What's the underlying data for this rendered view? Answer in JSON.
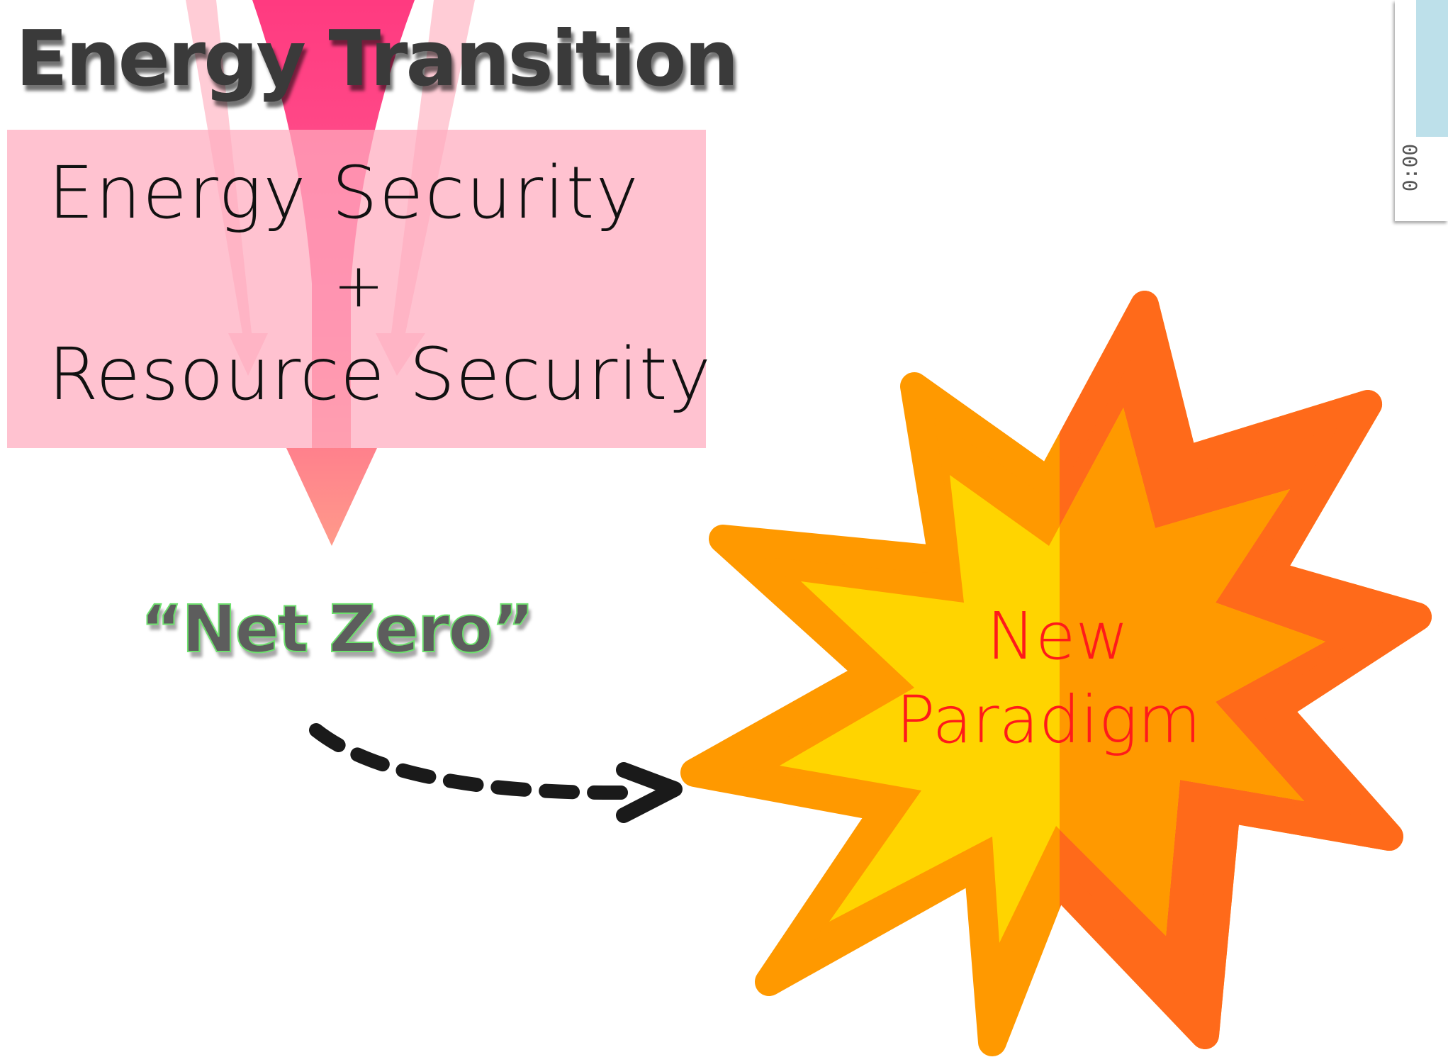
{
  "slide": {
    "title": "Energy Transition",
    "box_line_1": "Energy Security",
    "box_plus": "+",
    "box_line_2": "Resource Security",
    "net_zero": "“Net Zero”",
    "starburst_line_1": "New",
    "starburst_line_2": "Paradigm"
  },
  "timer": {
    "label": "0:00"
  },
  "colors": {
    "arrow_main": "#ff4a86",
    "arrow_tip": "#ff9a86",
    "box": "#ffb3c4",
    "star_outer": "#ff9900",
    "star_outer_dark": "#ff6a1a",
    "star_inner": "#ffd400",
    "paradigm_text": "#ff1a1a"
  }
}
